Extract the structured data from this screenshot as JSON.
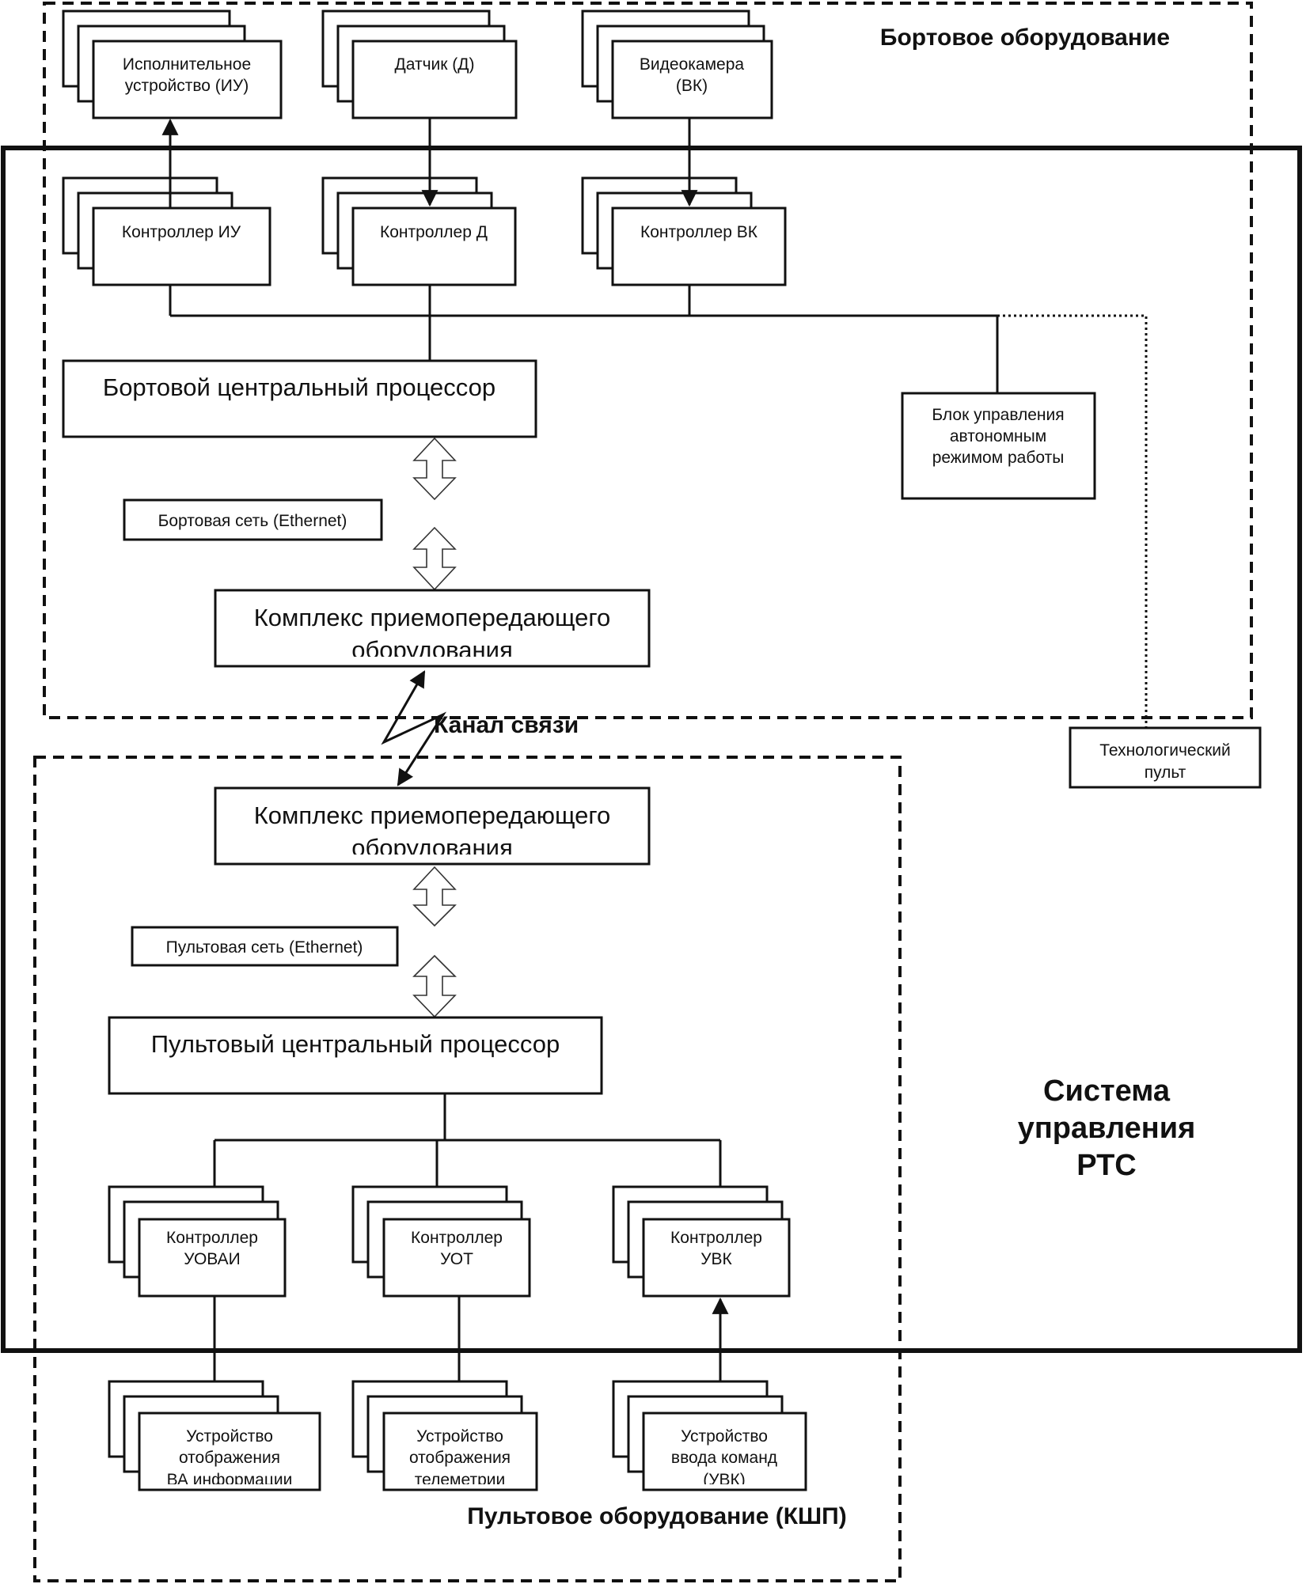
{
  "titles": {
    "onboard": "Бортовое оборудование",
    "system_l1": "Система",
    "system_l2": "управления",
    "system_l3": "РТС",
    "console": "Пультовое оборудование (КШП)",
    "channel": "Канал связи"
  },
  "devices_top": {
    "actuator_l1": "Исполнительное",
    "actuator_l2": "устройство (ИУ)",
    "sensor": "Датчик (Д)",
    "camera_l1": "Видеокамера",
    "camera_l2": "(ВК)"
  },
  "controllers_top": {
    "actuator": "Контроллер ИУ",
    "sensor": "Контроллер Д",
    "camera": "Контроллер ВК"
  },
  "onboard": {
    "cpu": "Бортовой центральный процессор",
    "network": "Бортовая сеть (Ethernet)",
    "transceiver_l1": "Комплекс приемопередающего",
    "transceiver_l2": "оборудования",
    "autonomous_l1": "Блок управления",
    "autonomous_l2": "автономным",
    "autonomous_l3": "режимом работы"
  },
  "tech_console": {
    "l1": "Технологический",
    "l2": "пульт"
  },
  "console": {
    "transceiver_l1": "Комплекс приемопередающего",
    "transceiver_l2": "оборудования",
    "network": "Пультовая сеть (Ethernet)",
    "cpu": "Пультовый центральный процессор"
  },
  "controllers_bottom": {
    "c1_l1": "Контроллер",
    "c1_l2": "УОВАИ",
    "c2_l1": "Контроллер",
    "c2_l2": "УОТ",
    "c3_l1": "Контроллер",
    "c3_l2": "УВК"
  },
  "devices_bottom": {
    "d1_l1": "Устройство",
    "d1_l2": "отображения",
    "d1_l3": "ВА информации",
    "d2_l1": "Устройство",
    "d2_l2": "отображения",
    "d2_l3": "телеметрии",
    "d3_l1": "Устройство",
    "d3_l2": "ввода команд",
    "d3_l3": "(УВК)"
  }
}
